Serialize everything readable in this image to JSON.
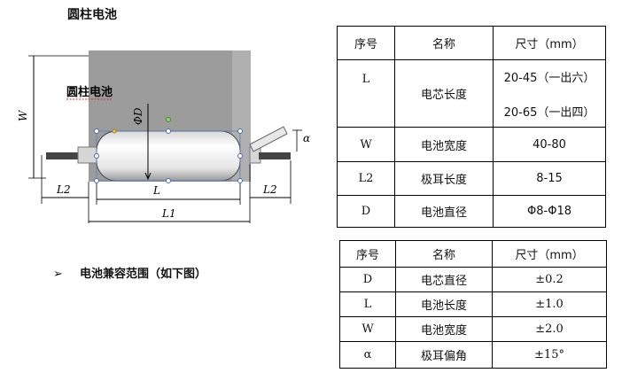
{
  "title": "圆柱电池",
  "diagram": {
    "inner_label": "圆柱电池",
    "labels": {
      "W": "W",
      "PhiD": "ΦD",
      "alpha": "α",
      "L": "L",
      "L1": "L1",
      "L2_left": "L2",
      "L2_right": "L2"
    }
  },
  "bullet": {
    "arrow": "➢",
    "text": "电池兼容范围（如下图）"
  },
  "table1": {
    "headers": [
      "序号",
      "名称",
      "尺寸（mm）"
    ],
    "rows": [
      {
        "code": "L",
        "name": "电芯长度",
        "size_a": "20-45（一出六）",
        "size_b": "20-65（一出四）"
      },
      {
        "code": "W",
        "name": "电池宽度",
        "size": "40-80"
      },
      {
        "code": "L2",
        "name": "极耳长度",
        "size": "8-15"
      },
      {
        "code": "D",
        "name": "电池直径",
        "size": "Φ8-Φ18"
      }
    ]
  },
  "table2": {
    "headers": [
      "序号",
      "名称",
      "尺寸（mm）"
    ],
    "rows": [
      {
        "code": "D",
        "name": "电芯直径",
        "size": "±0.2"
      },
      {
        "code": "L",
        "name": "电池长度",
        "size": "±1.0"
      },
      {
        "code": "W",
        "name": "电池宽度",
        "size": "±2.0"
      },
      {
        "code": "α",
        "name": "极耳偏角",
        "size": "±15°"
      }
    ]
  }
}
